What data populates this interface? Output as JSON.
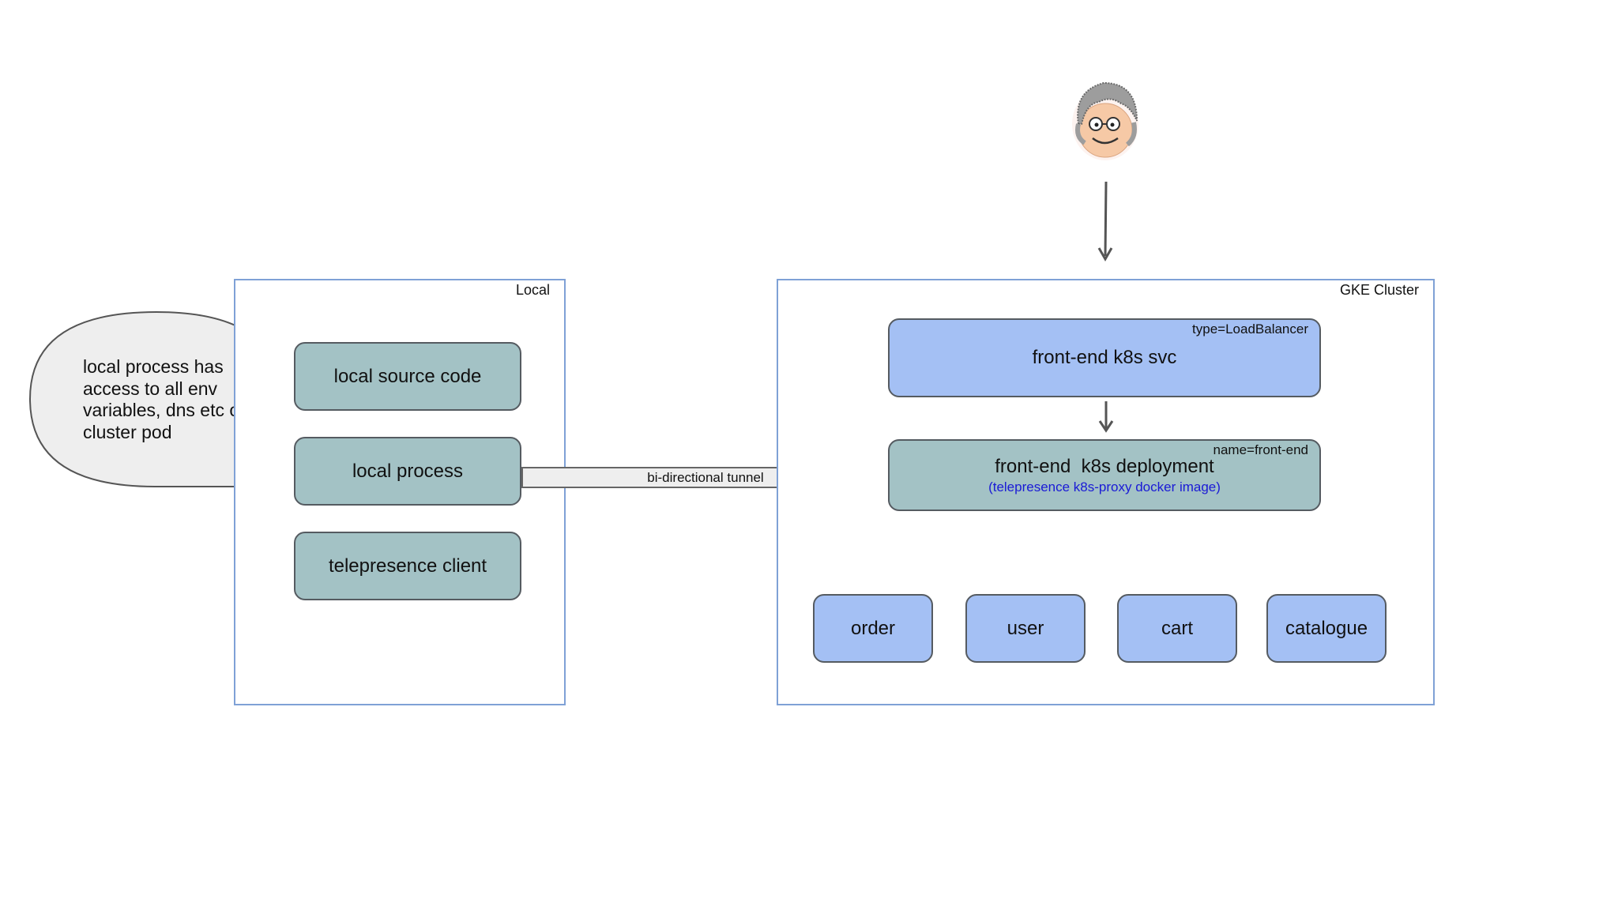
{
  "local_cluster": {
    "label": "Local",
    "items": [
      {
        "label": "local source code"
      },
      {
        "label": "local process"
      },
      {
        "label": "telepresence client"
      }
    ]
  },
  "callout": {
    "text": "local process has access to all env variables, dns etc of cluster pod"
  },
  "tunnel": {
    "label": "bi-directional tunnel"
  },
  "gke_cluster": {
    "label": "GKE Cluster",
    "service": {
      "label": "front-end k8s svc",
      "tag": "type=LoadBalancer"
    },
    "deployment": {
      "label": "front-end  k8s deployment",
      "sublabel": "(telepresence k8s-proxy docker image)",
      "tag": "name=front-end"
    },
    "microservices": [
      {
        "label": "order"
      },
      {
        "label": "user"
      },
      {
        "label": "cart"
      },
      {
        "label": "catalogue"
      }
    ]
  },
  "user_icon": {
    "name": "user-avatar-icon"
  },
  "colors": {
    "teal_box": "#a3c2c5",
    "blue_box": "#a4c0f4",
    "cluster_border": "#7fa1d6",
    "sublabel_text": "#1a1ad6"
  }
}
